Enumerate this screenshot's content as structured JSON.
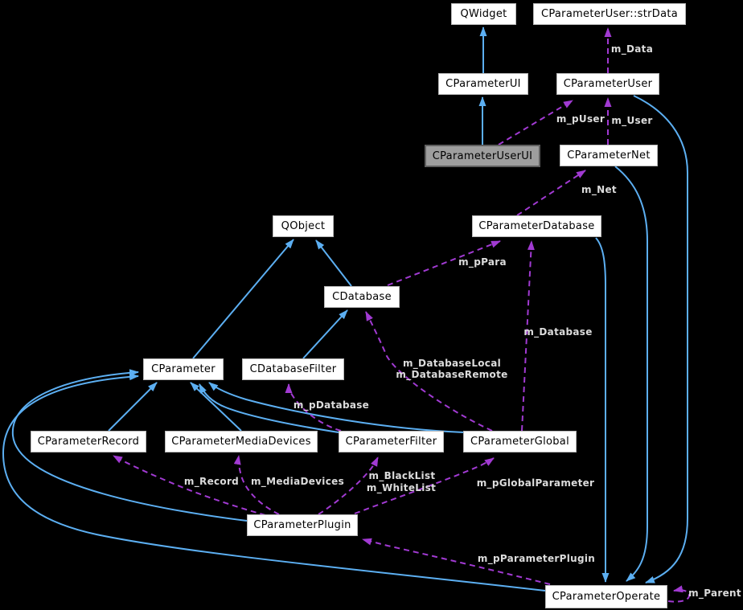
{
  "diagram": {
    "kind": "class-collaboration-graph",
    "highlighted_node": "CParameterUserUI"
  },
  "colors": {
    "background": "#000000",
    "inheritance": "#5caff2",
    "usage": "#a13ad2",
    "node_fill": "#ffffff",
    "node_border": "#b9b9b9",
    "highlight_fill": "#9e9e9e",
    "highlight_border": "#5f5f5f",
    "node_text": "#000000",
    "edge_label_text": "#dcdcdc"
  },
  "nodes": [
    {
      "id": "qwidget",
      "label": "QWidget"
    },
    {
      "id": "strdata",
      "label": "CParameterUser::strData"
    },
    {
      "id": "cparameterui",
      "label": "CParameterUI"
    },
    {
      "id": "cparameteruser",
      "label": "CParameterUser"
    },
    {
      "id": "cparameteruserui",
      "label": "CParameterUserUI",
      "highlighted": true
    },
    {
      "id": "cparameternet",
      "label": "CParameterNet"
    },
    {
      "id": "qobject",
      "label": "QObject"
    },
    {
      "id": "cparameterdatabase",
      "label": "CParameterDatabase"
    },
    {
      "id": "cdatabase",
      "label": "CDatabase"
    },
    {
      "id": "cparameter",
      "label": "CParameter"
    },
    {
      "id": "cdatabasefilter",
      "label": "CDatabaseFilter"
    },
    {
      "id": "cparameterrecord",
      "label": "CParameterRecord"
    },
    {
      "id": "cparametermediadevices",
      "label": "CParameterMediaDevices"
    },
    {
      "id": "cparameterfilter",
      "label": "CParameterFilter"
    },
    {
      "id": "cparameterglobal",
      "label": "CParameterGlobal"
    },
    {
      "id": "cparameterplugin",
      "label": "CParameterPlugin"
    },
    {
      "id": "cparameteroperate",
      "label": "CParameterOperate"
    }
  ],
  "edge_labels": [
    {
      "text": "m_Data"
    },
    {
      "text": "m_pUser"
    },
    {
      "text": "m_User"
    },
    {
      "text": "m_Net"
    },
    {
      "text": "m_pPara"
    },
    {
      "text": "m_Database"
    },
    {
      "text": "m_DatabaseLocal"
    },
    {
      "text": "m_DatabaseRemote"
    },
    {
      "text": "m_pDatabase"
    },
    {
      "text": "m_Record"
    },
    {
      "text": "m_MediaDevices"
    },
    {
      "text": "m_BlackList"
    },
    {
      "text": "m_WhiteList"
    },
    {
      "text": "m_pGlobalParameter"
    },
    {
      "text": "m_pParameterPlugin"
    },
    {
      "text": "m_Parent"
    }
  ],
  "edges": [
    {
      "from": "CParameterUI",
      "to": "QWidget",
      "type": "inheritance"
    },
    {
      "from": "CParameterUserUI",
      "to": "CParameterUI",
      "type": "inheritance"
    },
    {
      "from": "CParameter",
      "to": "QObject",
      "type": "inheritance"
    },
    {
      "from": "CDatabase",
      "to": "QObject",
      "type": "inheritance"
    },
    {
      "from": "CDatabaseFilter",
      "to": "CDatabase",
      "type": "inheritance"
    },
    {
      "from": "CParameterRecord",
      "to": "CParameter",
      "type": "inheritance"
    },
    {
      "from": "CParameterMediaDevices",
      "to": "CParameter",
      "type": "inheritance"
    },
    {
      "from": "CParameterFilter",
      "to": "CParameter",
      "type": "inheritance"
    },
    {
      "from": "CParameterGlobal",
      "to": "CParameter",
      "type": "inheritance"
    },
    {
      "from": "CParameterPlugin",
      "to": "CParameter",
      "type": "inheritance"
    },
    {
      "from": "CParameterOperate",
      "to": "CParameter",
      "type": "inheritance"
    },
    {
      "from": "CParameterUser",
      "to": "CParameterOperate",
      "type": "inheritance"
    },
    {
      "from": "CParameterNet",
      "to": "CParameterOperate",
      "type": "inheritance"
    },
    {
      "from": "CParameterDatabase",
      "to": "CParameterOperate",
      "type": "inheritance"
    },
    {
      "from": "CParameterUser",
      "to": "CParameterUser::strData",
      "type": "usage",
      "label": "m_Data"
    },
    {
      "from": "CParameterUserUI",
      "to": "CParameterUser",
      "type": "usage",
      "label": "m_pUser"
    },
    {
      "from": "CParameterNet",
      "to": "CParameterUser",
      "type": "usage",
      "label": "m_User"
    },
    {
      "from": "CParameterDatabase",
      "to": "CParameterNet",
      "type": "usage",
      "label": "m_Net"
    },
    {
      "from": "CDatabase",
      "to": "CParameterDatabase",
      "type": "usage",
      "label": "m_pPara"
    },
    {
      "from": "CParameterGlobal",
      "to": "CParameterDatabase",
      "type": "usage",
      "label": "m_Database"
    },
    {
      "from": "CParameterGlobal",
      "to": "CDatabase",
      "type": "usage",
      "label": "m_DatabaseLocal m_DatabaseRemote"
    },
    {
      "from": "CParameterFilter",
      "to": "CDatabaseFilter",
      "type": "usage",
      "label": "m_pDatabase"
    },
    {
      "from": "CParameterPlugin",
      "to": "CParameterRecord",
      "type": "usage",
      "label": "m_Record"
    },
    {
      "from": "CParameterPlugin",
      "to": "CParameterMediaDevices",
      "type": "usage",
      "label": "m_MediaDevices"
    },
    {
      "from": "CParameterPlugin",
      "to": "CParameterFilter",
      "type": "usage",
      "label": "m_BlackList m_WhiteList"
    },
    {
      "from": "CParameterPlugin",
      "to": "CParameterGlobal",
      "type": "usage",
      "label": "m_pGlobalParameter"
    },
    {
      "from": "CParameterOperate",
      "to": "CParameterPlugin",
      "type": "usage",
      "label": "m_pParameterPlugin"
    },
    {
      "from": "CParameterOperate",
      "to": "CParameterOperate",
      "type": "usage",
      "label": "m_Parent"
    }
  ]
}
